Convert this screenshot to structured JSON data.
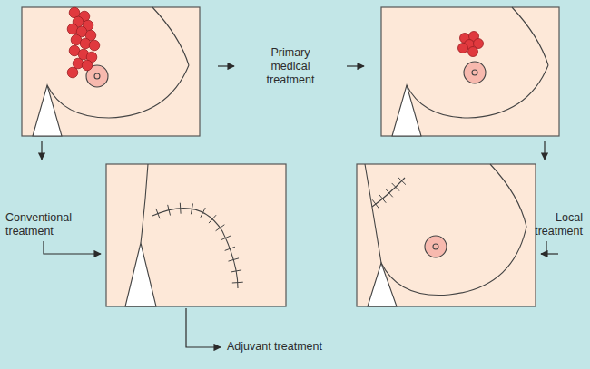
{
  "diagram": {
    "labels": [
      "Primary medical treatment",
      "Conventional treatment",
      "Local treatment",
      "Adjuvant treatment"
    ]
  }
}
